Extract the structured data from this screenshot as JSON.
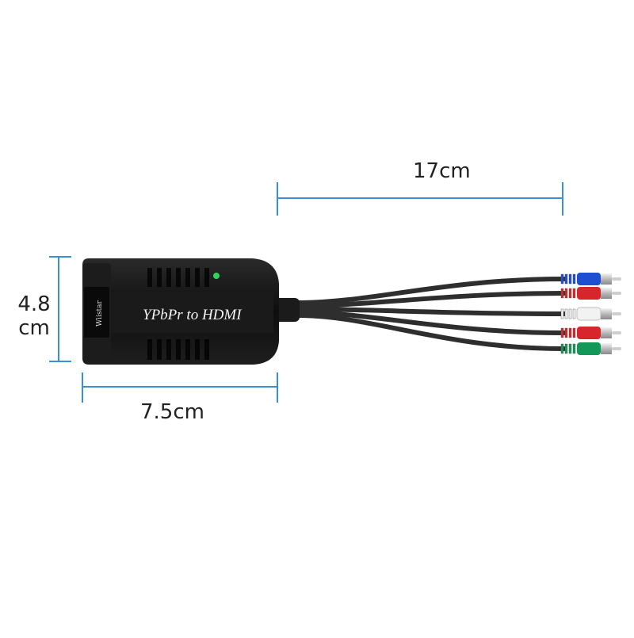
{
  "product": {
    "front_text": "YPbPr to HDMI",
    "brand_text": "Wiistar"
  },
  "dimensions": {
    "cable_length": "17cm",
    "device_width": "7.5cm",
    "device_height_value": "4.8",
    "device_height_unit": "cm"
  },
  "colors": {
    "dimension_line": "#3a8fd6",
    "device_body": "#141414",
    "cable": "#2e2e2e",
    "led": "#2fd45a"
  },
  "connectors": [
    {
      "name": "blue-rca-plug",
      "color": "#1f4fd1"
    },
    {
      "name": "red-rca-plug",
      "color": "#d6262b"
    },
    {
      "name": "white-rca-plug",
      "color": "#f2f2f2"
    },
    {
      "name": "red-rca-plug",
      "color": "#d6262b"
    },
    {
      "name": "green-rca-plug",
      "color": "#14985a"
    }
  ]
}
